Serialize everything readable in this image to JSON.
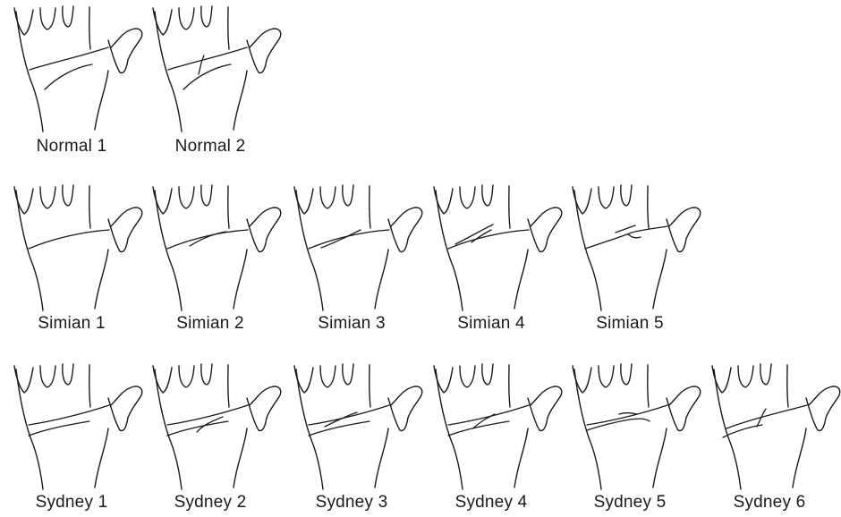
{
  "palms": [
    {
      "id": "normal-1",
      "label": "Normal 1",
      "type": "normal",
      "variant": 1
    },
    {
      "id": "normal-2",
      "label": "Normal 2",
      "type": "normal",
      "variant": 2
    },
    {
      "id": "simian-1",
      "label": "Simian 1",
      "type": "simian",
      "variant": 1
    },
    {
      "id": "simian-2",
      "label": "Simian 2",
      "type": "simian",
      "variant": 2
    },
    {
      "id": "simian-3",
      "label": "Simian 3",
      "type": "simian",
      "variant": 3
    },
    {
      "id": "simian-4",
      "label": "Simian 4",
      "type": "simian",
      "variant": 4
    },
    {
      "id": "simian-5",
      "label": "Simian 5",
      "type": "simian",
      "variant": 5
    },
    {
      "id": "sydney-1",
      "label": "Sydney 1",
      "type": "sydney",
      "variant": 1
    },
    {
      "id": "sydney-2",
      "label": "Sydney 2",
      "type": "sydney",
      "variant": 2
    },
    {
      "id": "sydney-3",
      "label": "Sydney 3",
      "type": "sydney",
      "variant": 3
    },
    {
      "id": "sydney-4",
      "label": "Sydney 4",
      "type": "sydney",
      "variant": 4
    },
    {
      "id": "sydney-5",
      "label": "Sydney 5",
      "type": "sydney",
      "variant": 5
    },
    {
      "id": "sydney-6",
      "label": "Sydney 6",
      "type": "sydney",
      "variant": 6
    }
  ],
  "colors": {
    "line": "#1a1a1a",
    "background": "#ffffff"
  }
}
